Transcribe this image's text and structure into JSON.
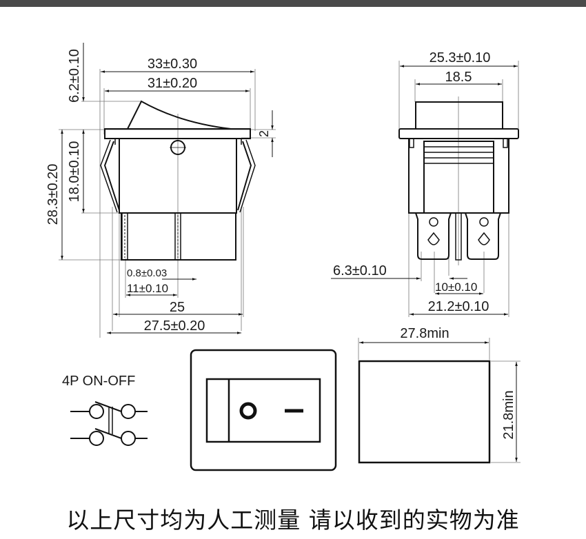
{
  "header": {
    "bar_color": "#4a4a4a"
  },
  "side_view": {
    "width_overall": "33±0.30",
    "width_frame": "31±0.20",
    "rocker_height": "6.2±0.10",
    "body_height": "18.0±0.10",
    "total_height": "28.3±0.20",
    "flange_thickness": "2",
    "terminal_thickness": "0.8±0.03",
    "terminal_pitch": "11±0.10",
    "body_width": "25",
    "clip_width": "27.5±0.20"
  },
  "front_view": {
    "width_overall": "25.3±0.10",
    "rocker_width": "18.5",
    "terminal_width": "6.3±0.10",
    "terminal_pitch": "10±0.10",
    "terminal_span": "21.2±0.10"
  },
  "schematic": {
    "label": "4P  ON-OFF"
  },
  "switch_face": {
    "on_symbol": "O",
    "off_symbol": "—"
  },
  "panel_cutout": {
    "width": "27.8min",
    "height": "21.8min"
  },
  "footer": {
    "note": "以上尺寸均为人工测量 请以收到的实物为准"
  }
}
